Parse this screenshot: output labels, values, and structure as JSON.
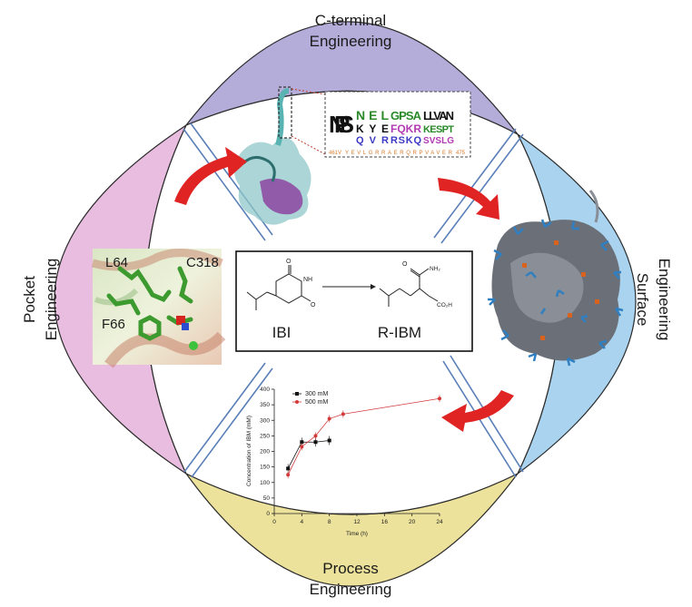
{
  "sections": {
    "top": {
      "line1": "C-terminal",
      "line2": "Engineering",
      "color": "#b4acd9"
    },
    "right": {
      "line1": "Surface",
      "line2": "Engineering",
      "color": "#a9d3ef"
    },
    "bottom": {
      "line1": "Process",
      "line2": "Engineering",
      "color": "#ece29b"
    },
    "left": {
      "line1": "Pocket",
      "line2": "Engineering",
      "color": "#e8bde0"
    }
  },
  "reaction": {
    "substrate": "IBI",
    "product": "R-IBM"
  },
  "pocket_residues": [
    "L64",
    "C318",
    "F66"
  ],
  "logo": {
    "left_range": "461V",
    "sequence": "YEVLGRRAERQRPVAVER",
    "right_range": "475"
  },
  "arrow_color": "#e02424",
  "chart_data": {
    "type": "line",
    "title": "",
    "xlabel": "Time (h)",
    "ylabel": "Concentration of IBM (mM)",
    "xlim": [
      0,
      24
    ],
    "ylim": [
      0,
      400
    ],
    "xticks": [
      "0",
      "4",
      "8",
      "12",
      "16",
      "20",
      "24"
    ],
    "yticks": [
      "0",
      "50",
      "100",
      "150",
      "200",
      "250",
      "300",
      "350",
      "400"
    ],
    "legend": "top-left",
    "series": [
      {
        "name": "300 mM",
        "color": "#111111",
        "x": [
          2,
          4,
          6,
          8
        ],
        "y": [
          145,
          230,
          230,
          235
        ]
      },
      {
        "name": "500 mM",
        "color": "#d23a3a",
        "x": [
          2,
          4,
          6,
          8,
          10,
          24
        ],
        "y": [
          125,
          215,
          250,
          305,
          320,
          370
        ]
      }
    ]
  }
}
